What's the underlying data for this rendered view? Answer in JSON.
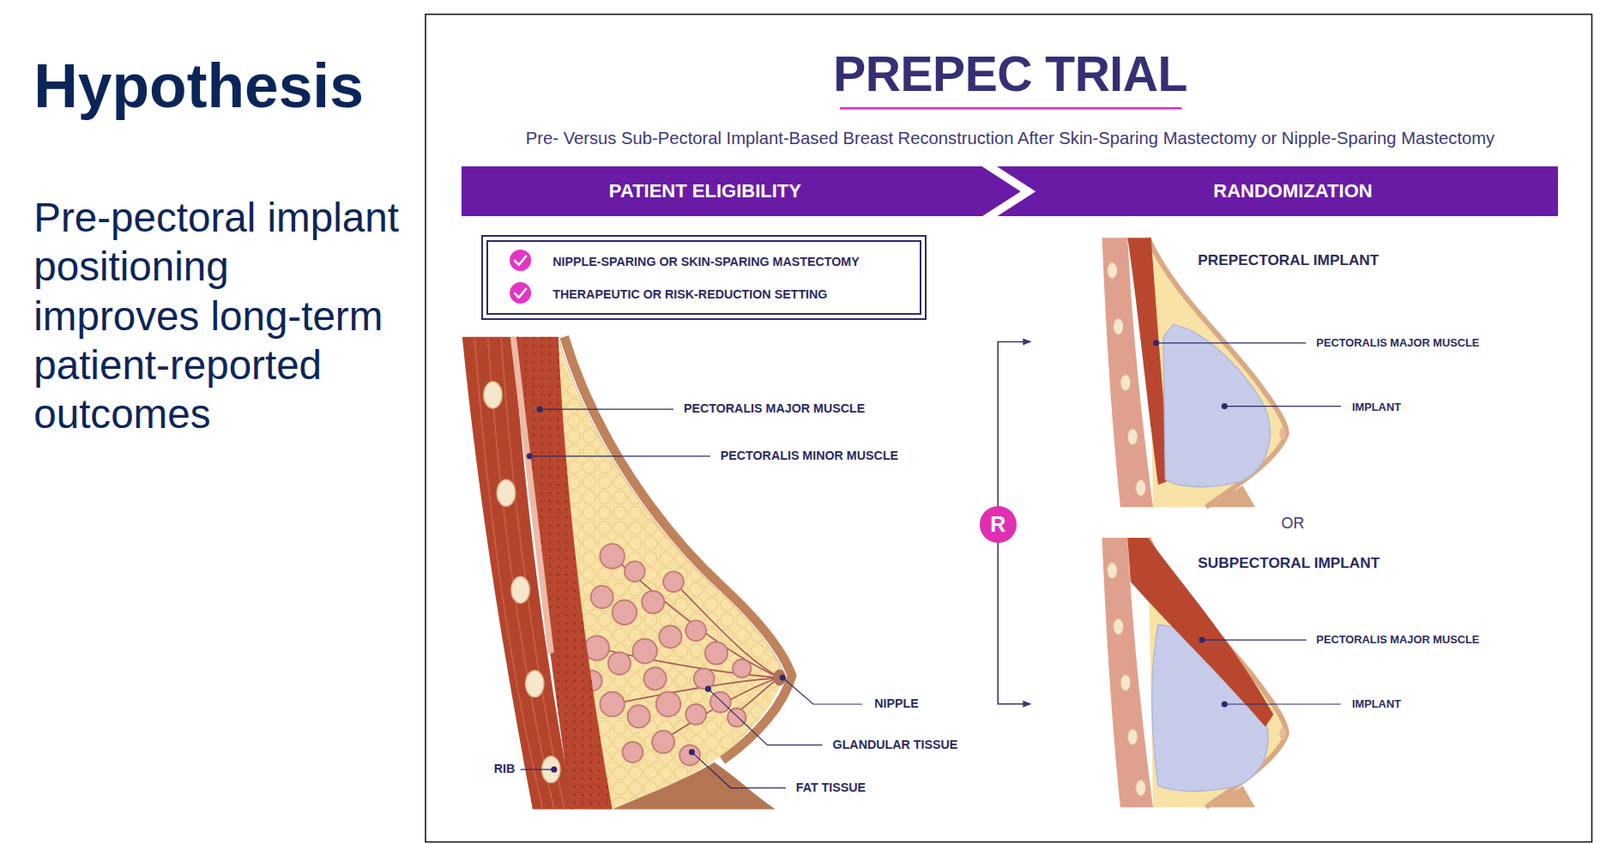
{
  "diagram": {
    "title": "PREPEC TRIAL",
    "nodes": [
      {
        "text": [
          "PATIENT ELIGIBILITY"
        ]
      },
      {
        "text": [
          "RANDOMIZATION"
        ]
      },
      {
        "text": [
          "NIPPLE-SPARING OR SKIN-SPARING MASTECTOMY",
          "THERAPEUTIC OR RISK-REDUCTION SETTING"
        ]
      },
      {
        "text": [
          "R"
        ]
      },
      {
        "text": [
          "PREPECTORAL IMPLANT"
        ]
      },
      {
        "text": [
          "SUBPECTORAL IMPLANT"
        ]
      }
    ],
    "edges": [
      {
        "from": 3,
        "to": 4,
        "arrow": "to"
      },
      {
        "from": 3,
        "to": 5,
        "arrow": "to"
      }
    ],
    "labels": [
      "Hypothesis",
      "Pre-pectoral implant positioning improves long-term patient-reported outcomes",
      "Pre- Versus Sub-Pectoral Implant-Based Breast Reconstruction After Skin-Sparing Mastectomy or Nipple-Sparing Mastectomy",
      "PECTORALIS MAJOR MUSCLE",
      "PECTORALIS MINOR MUSCLE",
      "NIPPLE",
      "GLANDULAR TISSUE",
      "FAT TISSUE",
      "RIB",
      "PECTORALIS MAJOR MUSCLE",
      "IMPLANT",
      "OR",
      "PECTORALIS MAJOR MUSCLE",
      "IMPLANT"
    ]
  }
}
